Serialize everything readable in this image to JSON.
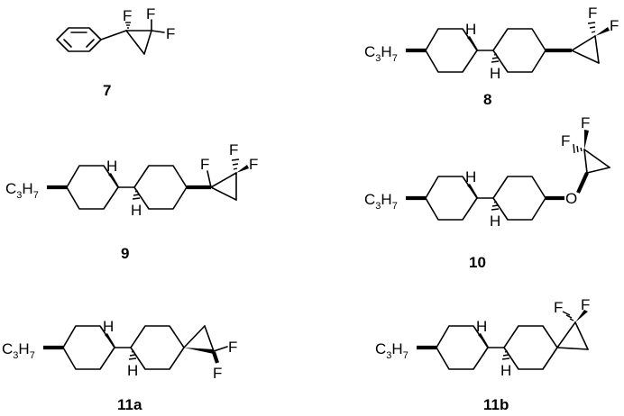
{
  "atoms": {
    "F": "F",
    "H": "H",
    "O": "O",
    "C": "C",
    "sub3": "3",
    "sub7": "7"
  },
  "compounds": [
    {
      "id": "c7",
      "label": "7"
    },
    {
      "id": "c8",
      "label": "8"
    },
    {
      "id": "c9",
      "label": "9"
    },
    {
      "id": "c10",
      "label": "10"
    },
    {
      "id": "c11a",
      "label": "11a"
    },
    {
      "id": "c11b",
      "label": "11b"
    }
  ]
}
